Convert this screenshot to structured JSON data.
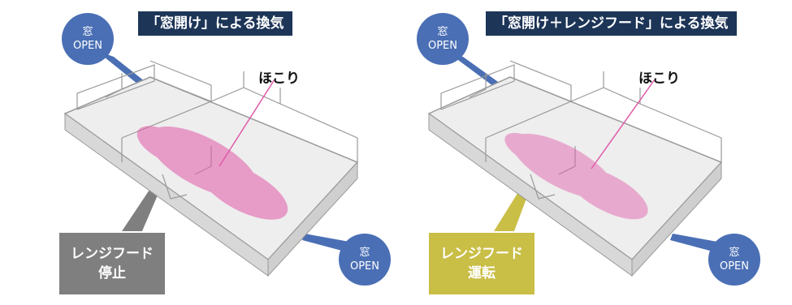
{
  "colors": {
    "banner": "#1d3557",
    "window_circle": "#4a6fb5",
    "hood_stopped": "#7f7f7f",
    "hood_running": "#c9be46",
    "dust": "#e05aa8",
    "wall_line": "#9a9a9a"
  },
  "panels": [
    {
      "id": "left",
      "title": "「窓開け」による換気",
      "window_top": {
        "line1": "窓",
        "line2": "OPEN"
      },
      "window_right": {
        "line1": "窓",
        "line2": "OPEN"
      },
      "dust_label": "ほこり",
      "hood": {
        "line1": "レンジフード",
        "line2": "停止",
        "state": "stopped"
      }
    },
    {
      "id": "right",
      "title": "「窓開け＋レンジフード」による換気",
      "window_top": {
        "line1": "窓",
        "line2": "OPEN"
      },
      "window_right": {
        "line1": "窓",
        "line2": "OPEN"
      },
      "dust_label": "ほこり",
      "hood": {
        "line1": "レンジフード",
        "line2": "運転",
        "state": "running"
      }
    }
  ]
}
